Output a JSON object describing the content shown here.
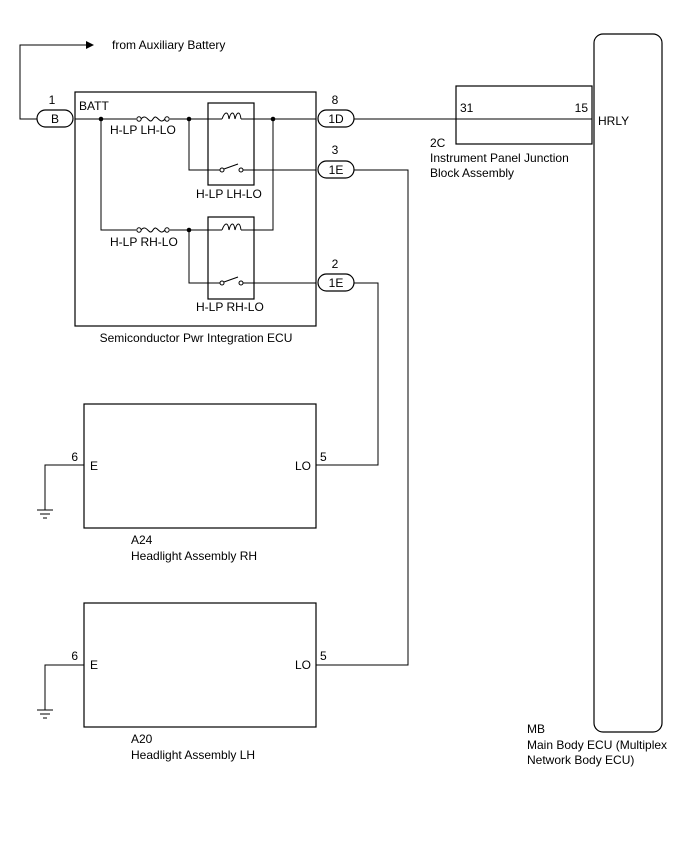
{
  "aux_battery_label": "from Auxiliary Battery",
  "spi_ecu": {
    "name": "Semiconductor Pwr Integration ECU",
    "batt_label": "BATT",
    "pin_batt_num": "1",
    "pin_batt_conn": "B",
    "pin_8_num": "8",
    "pin_8_conn": "1D",
    "pin_3_num": "3",
    "pin_3_conn": "1E",
    "pin_2_num": "2",
    "pin_2_conn": "1E",
    "fuse_lh": "H-LP LH-LO",
    "relay_lh": "H-LP LH-LO",
    "fuse_rh": "H-LP RH-LO",
    "relay_rh": "H-LP RH-LO"
  },
  "junction_block": {
    "code": "2C",
    "name_line1": "Instrument Panel Junction",
    "name_line2": "Block Assembly",
    "pin_left": "31",
    "pin_right": "15"
  },
  "main_body_ecu": {
    "code": "MB",
    "name_line1": "Main Body ECU (Multiplex",
    "name_line2": "Network Body ECU)",
    "pin_label": "HRLY"
  },
  "headlight_rh": {
    "code": "A24",
    "name": "Headlight Assembly RH",
    "pin_e_num": "6",
    "pin_e_label": "E",
    "pin_lo_num": "5",
    "pin_lo_label": "LO"
  },
  "headlight_lh": {
    "code": "A20",
    "name": "Headlight Assembly LH",
    "pin_e_num": "6",
    "pin_e_label": "E",
    "pin_lo_num": "5",
    "pin_lo_label": "LO"
  }
}
